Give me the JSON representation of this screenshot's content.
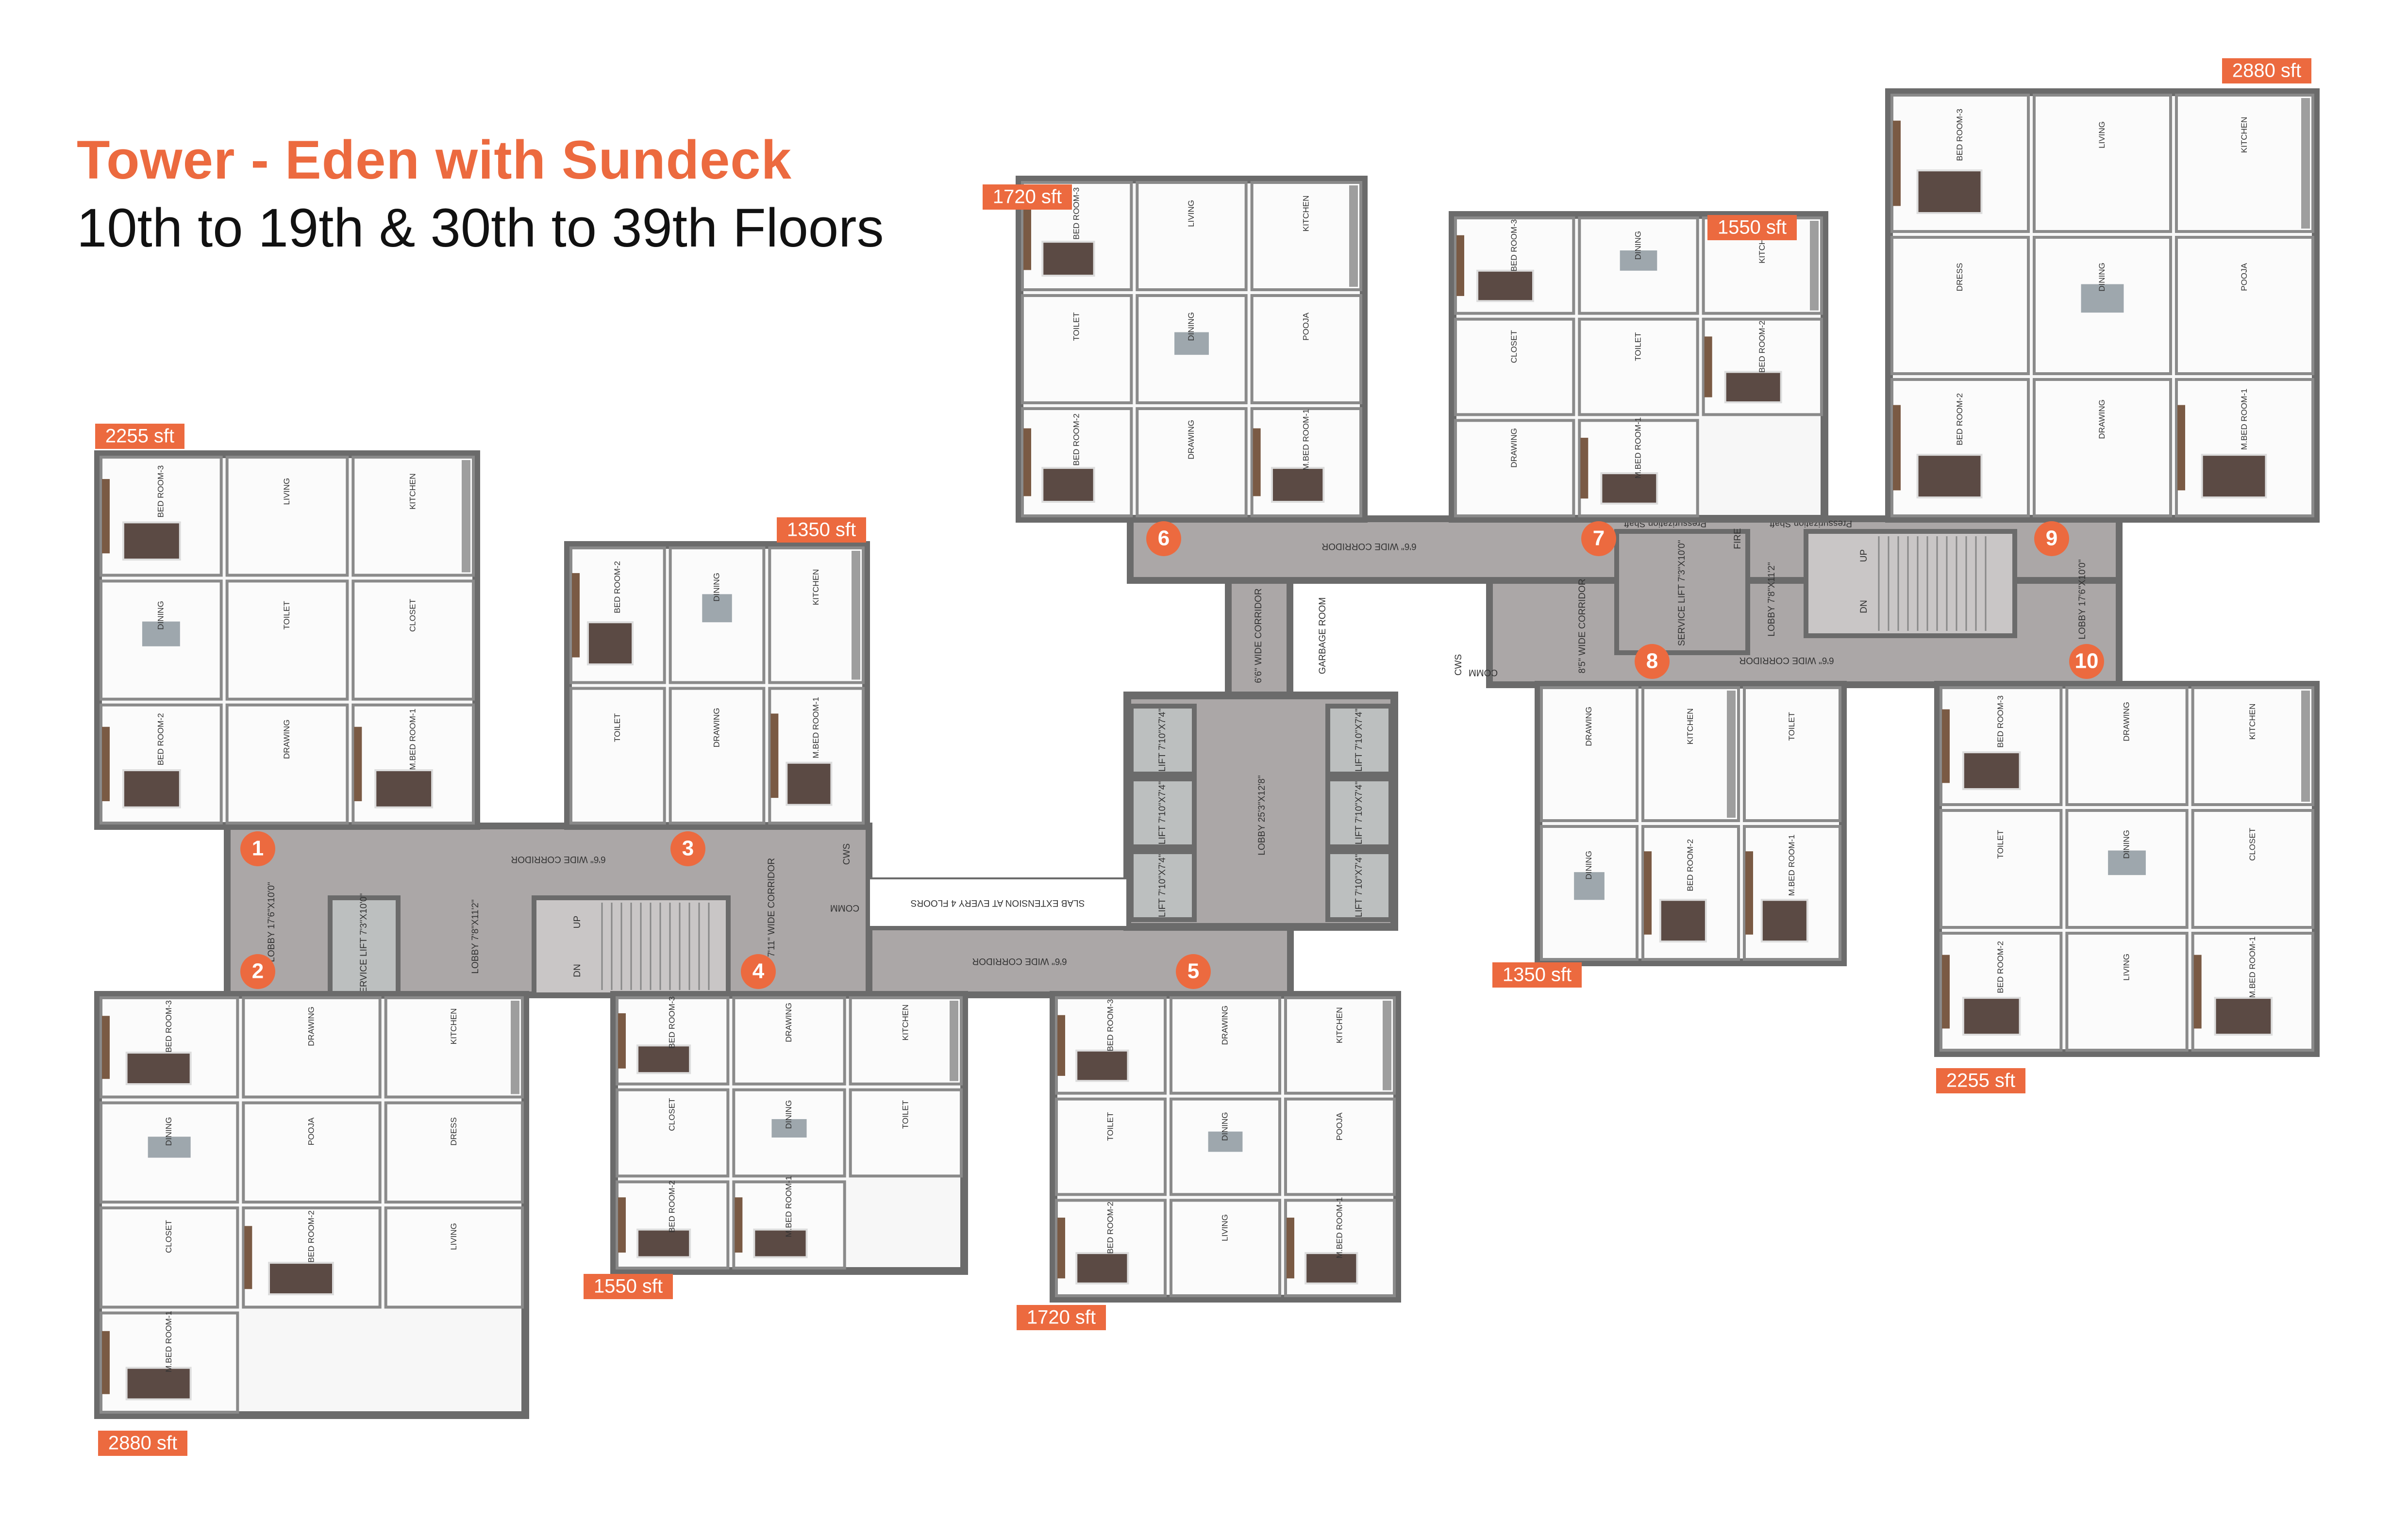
{
  "header": {
    "title": "Tower - Eden with Sundeck",
    "subtitle": "10th to 19th & 30th to 39th Floors"
  },
  "colors": {
    "accent": "#ec6a3f",
    "corridor": "#aba7a7",
    "wall": "#6b6b6b",
    "lift": "#bcbfbf",
    "wardrobe": "#7a5a44"
  },
  "units": [
    {
      "number": "1",
      "area": "2255 sft",
      "rooms": [
        "BED ROOM-3",
        "LIVING",
        "KITCHEN",
        "DINING",
        "TOILET",
        "CLOSET",
        "BED ROOM-2",
        "DRAWING",
        "M.BED ROOM-1"
      ]
    },
    {
      "number": "2",
      "area": "2880 sft",
      "rooms": [
        "BED ROOM-3",
        "DRAWING",
        "KITCHEN",
        "DINING",
        "POOJA",
        "DRESS",
        "CLOSET",
        "BED ROOM-2",
        "LIVING",
        "M.BED ROOM-1"
      ]
    },
    {
      "number": "3",
      "area": "1350 sft",
      "rooms": [
        "BED ROOM-2",
        "DINING",
        "KITCHEN",
        "TOILET",
        "DRAWING",
        "M.BED ROOM-1"
      ]
    },
    {
      "number": "4",
      "area": "1550 sft",
      "rooms": [
        "BED ROOM-3",
        "DRAWING",
        "KITCHEN",
        "CLOSET",
        "DINING",
        "TOILET",
        "BED ROOM-2",
        "M.BED ROOM-1"
      ]
    },
    {
      "number": "5",
      "area": "1720 sft",
      "rooms": [
        "BED ROOM-3",
        "DRAWING",
        "KITCHEN",
        "TOILET",
        "DINING",
        "POOJA",
        "BED ROOM-2",
        "LIVING",
        "M.BED ROOM-1"
      ]
    },
    {
      "number": "6",
      "area": "1720 sft",
      "rooms": [
        "BED ROOM-3",
        "LIVING",
        "KITCHEN",
        "TOILET",
        "DINING",
        "POOJA",
        "BED ROOM-2",
        "DRAWING",
        "M.BED ROOM-1"
      ]
    },
    {
      "number": "7",
      "area": "1550 sft",
      "rooms": [
        "BED ROOM-3",
        "DINING",
        "KITCHEN",
        "CLOSET",
        "TOILET",
        "BED ROOM-2",
        "DRAWING",
        "M.BED ROOM-1"
      ]
    },
    {
      "number": "8",
      "area": "1350 sft",
      "rooms": [
        "DRAWING",
        "KITCHEN",
        "TOILET",
        "DINING",
        "BED ROOM-2",
        "M.BED ROOM-1"
      ]
    },
    {
      "number": "9",
      "area": "2880 sft",
      "rooms": [
        "BED ROOM-3",
        "LIVING",
        "KITCHEN",
        "DRESS",
        "DINING",
        "POOJA",
        "BED ROOM-2",
        "DRAWING",
        "M.BED ROOM-1"
      ]
    },
    {
      "number": "10",
      "area": "2255 sft",
      "rooms": [
        "BED ROOM-3",
        "DRAWING",
        "KITCHEN",
        "TOILET",
        "DINING",
        "CLOSET",
        "BED ROOM-2",
        "LIVING",
        "M.BED ROOM-1"
      ]
    }
  ],
  "core": {
    "lift_label": "LIFT 7'10\"X7'4\"",
    "lift_lobby": "LOBBY 25'3\"X12'8\"",
    "corridor_66": "6'6\" WIDE CORRIDOR",
    "corridor_85": "8'5\" WIDE CORRIDOR",
    "corridor_711": "7'11\" WIDE CORRIDOR",
    "garbage": "GARBAGE ROOM",
    "service_lift": "SERVICE LIFT 7'3\"X10'0\"",
    "stair_lobby": "LOBBY 7'8\"X11'2\"",
    "end_lobby": "LOBBY 17'6\"X10'0\"",
    "up": "UP",
    "dn": "DN",
    "slab": "SLAB EXTENSION AT EVERY 4 FLOORS",
    "cws": "CWS",
    "comm": "COMM",
    "fire": "FIRE",
    "shaft": "Pressurization Shaft"
  }
}
